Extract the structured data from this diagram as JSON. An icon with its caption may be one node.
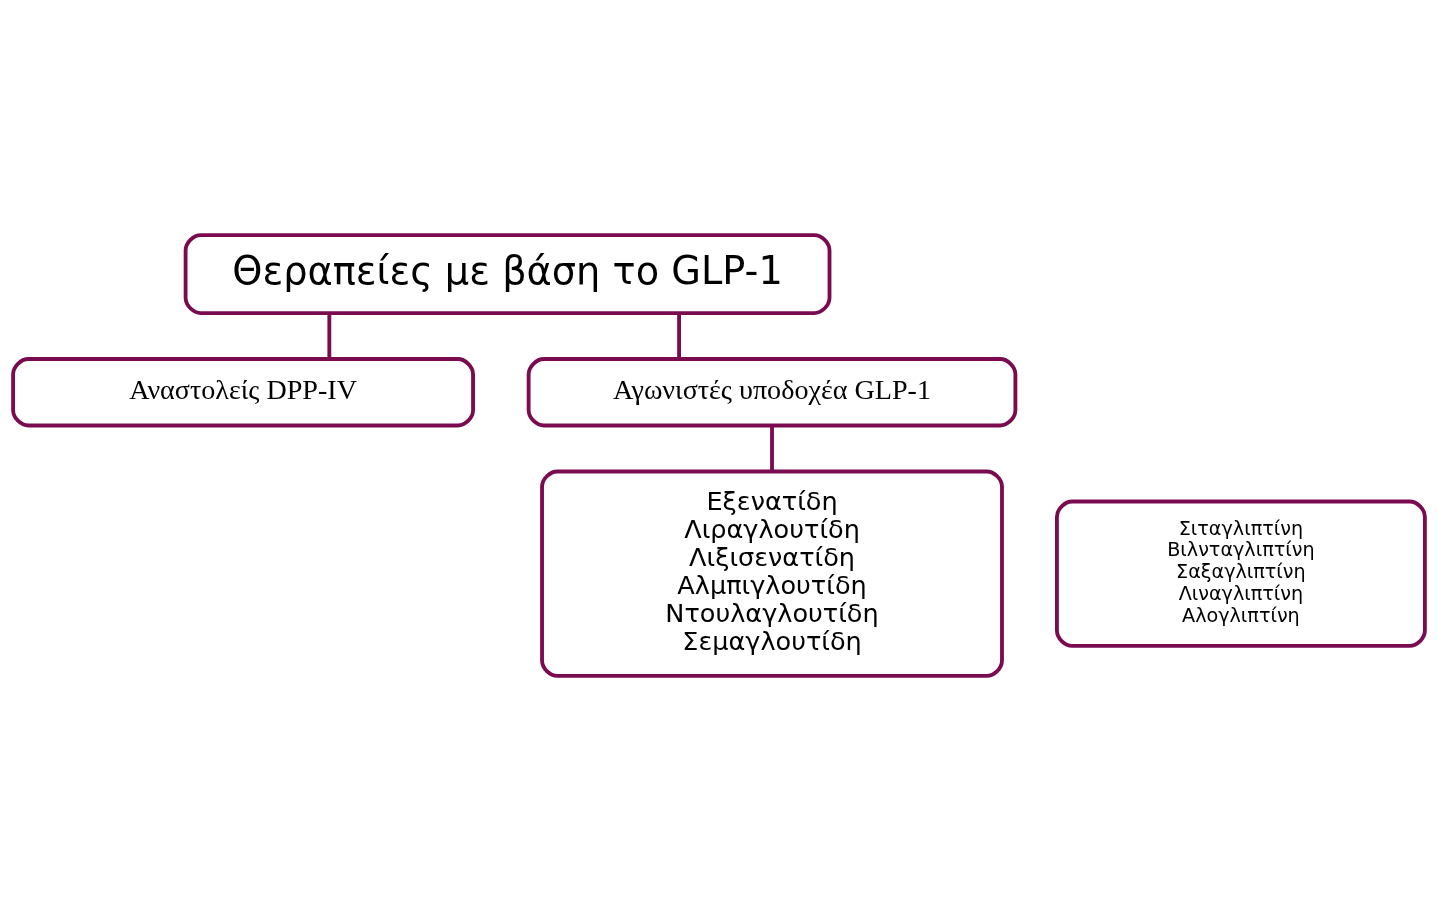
{
  "diagram": {
    "nodes": [
      {
        "text": [
          "Θεραπείες με βάση το GLP-1"
        ]
      },
      {
        "text": [
          "Αναστολείς DPP-IV"
        ]
      },
      {
        "text": [
          "Αγωνιστές υποδοχέα GLP-1"
        ]
      },
      {
        "text": [
          "Σιταγλιπτίνη",
          "Βιλνταγλιπτίνη",
          "Σαξαγλιπτίνη",
          "Λιναγλιπτίνη",
          "Αλογλιπτίνη"
        ]
      },
      {
        "text": [
          "Εξενατίδη",
          "Λιραγλουτίδη",
          "Λιξισενατίδη",
          "Αλμπιγλουτίδη",
          "Ντουλαγλουτίδη",
          "Σεμαγλουτίδη"
        ]
      }
    ],
    "edges": [
      {
        "from": 0,
        "to": 1,
        "arrow": "none"
      },
      {
        "from": 0,
        "to": 2,
        "arrow": "none"
      },
      {
        "from": 2,
        "to": 4,
        "arrow": "none"
      }
    ]
  }
}
